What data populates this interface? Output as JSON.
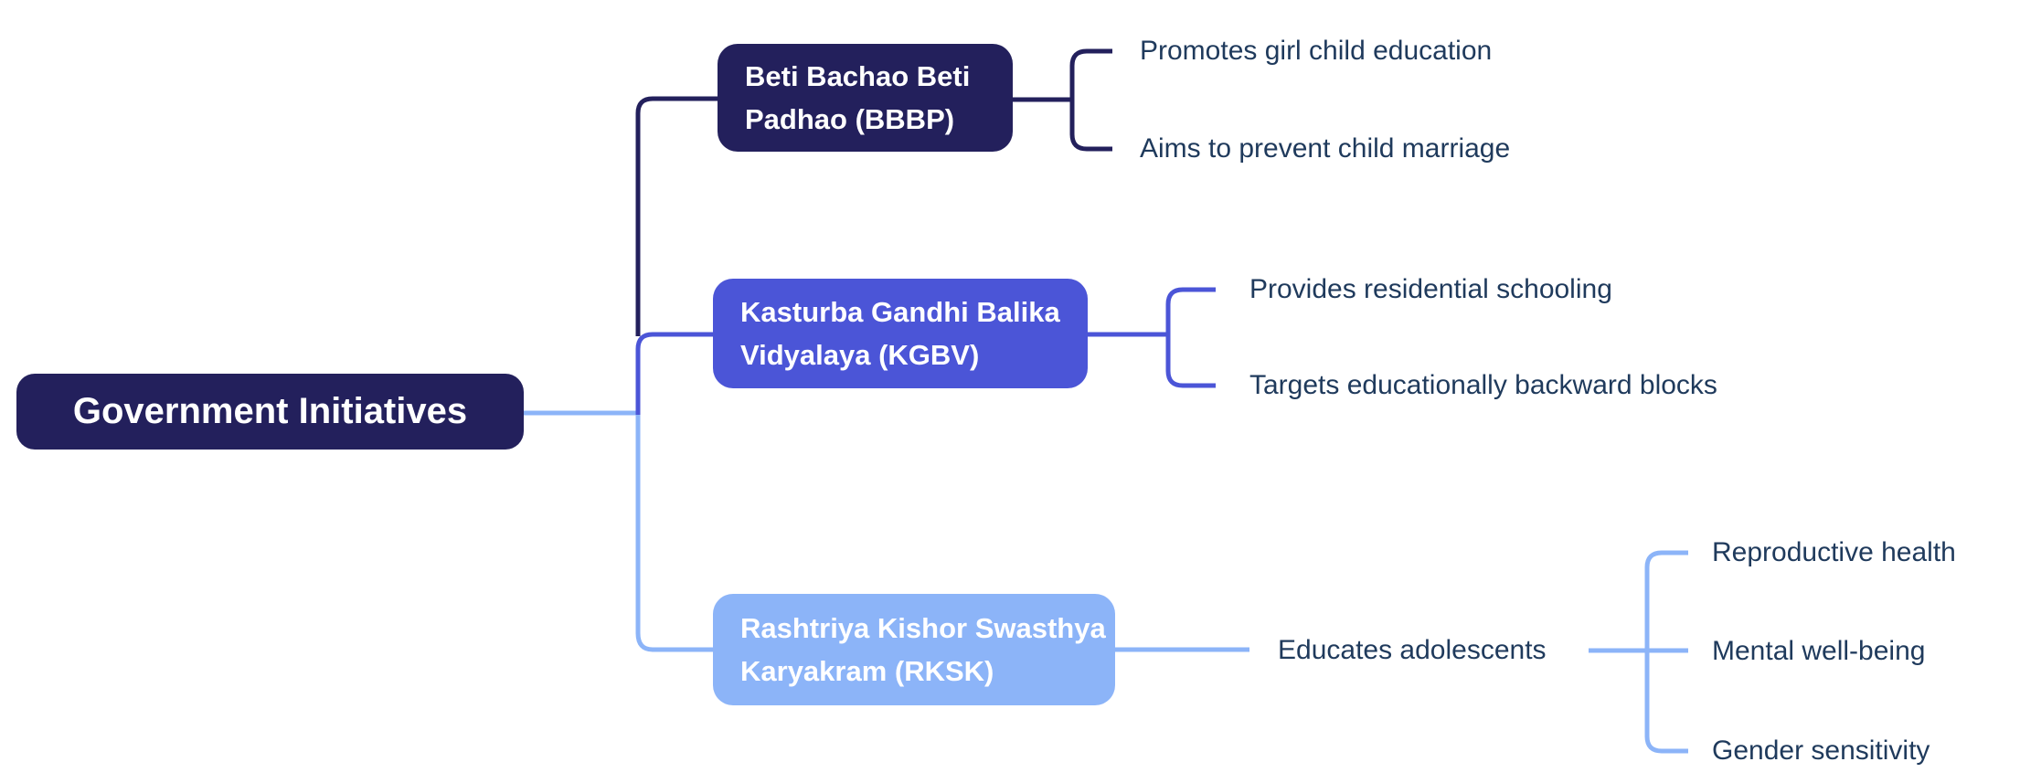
{
  "root": {
    "label": "Government Initiatives"
  },
  "branches": [
    {
      "id": "bbbp",
      "label_lines": [
        "Beti Bachao Beti",
        "Padhao (BBBP)"
      ],
      "color": "#23205C",
      "leaves": [
        "Promotes girl child education",
        "Aims to prevent child marriage"
      ]
    },
    {
      "id": "kgbv",
      "label_lines": [
        "Kasturba Gandhi Balika",
        "Vidyalaya (KGBV)"
      ],
      "color": "#4B55D7",
      "leaves": [
        "Provides residential schooling",
        "Targets educationally backward blocks"
      ]
    },
    {
      "id": "rksk",
      "label_lines": [
        "Rashtriya Kishor Swasthya",
        "Karyakram (RKSK)"
      ],
      "color": "#8CB4F8",
      "child": {
        "label": "Educates adolescents",
        "leaves": [
          "Reproductive health",
          "Mental well-being",
          "Gender sensitivity"
        ]
      }
    }
  ],
  "colors": {
    "navy": "#23205C",
    "indigo": "#4B55D7",
    "blue": "#8CB4F8",
    "leaf_text": "#1F3A5C",
    "node_text": "#FFFFFF",
    "background": "#FFFFFF"
  }
}
